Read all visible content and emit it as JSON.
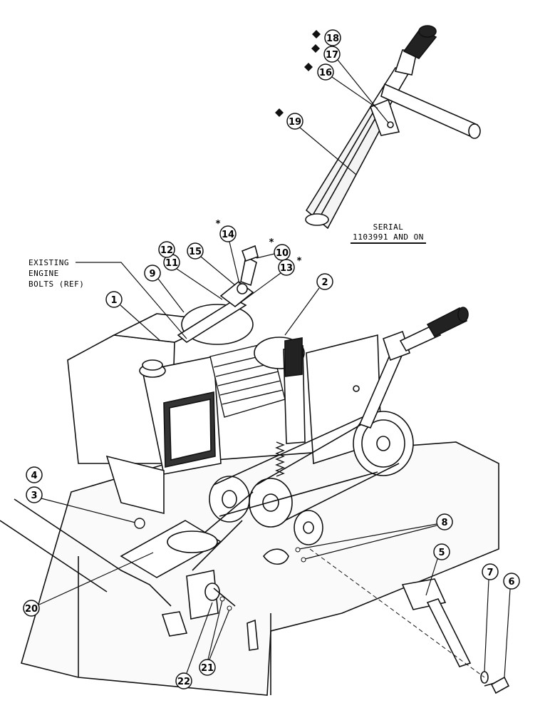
{
  "serial_note": {
    "line1": "SERIAL",
    "line2": "1103991 AND ON"
  },
  "existing_bolts": {
    "line1": "EXISTING",
    "line2": "ENGINE",
    "line3": "BOLTS (REF)"
  },
  "callouts": {
    "c1": "1",
    "c2": "2",
    "c3": "3",
    "c4": "4",
    "c5": "5",
    "c6": "6",
    "c7": "7",
    "c8": "8",
    "c9": "9",
    "c10": "10",
    "c11": "11",
    "c12": "12",
    "c13": "13",
    "c14": "14",
    "c15": "15",
    "c16": "16",
    "c17": "17",
    "c18": "18",
    "c19": "19",
    "c20": "20",
    "c21": "21",
    "c22": "22"
  },
  "star_mark": "*"
}
